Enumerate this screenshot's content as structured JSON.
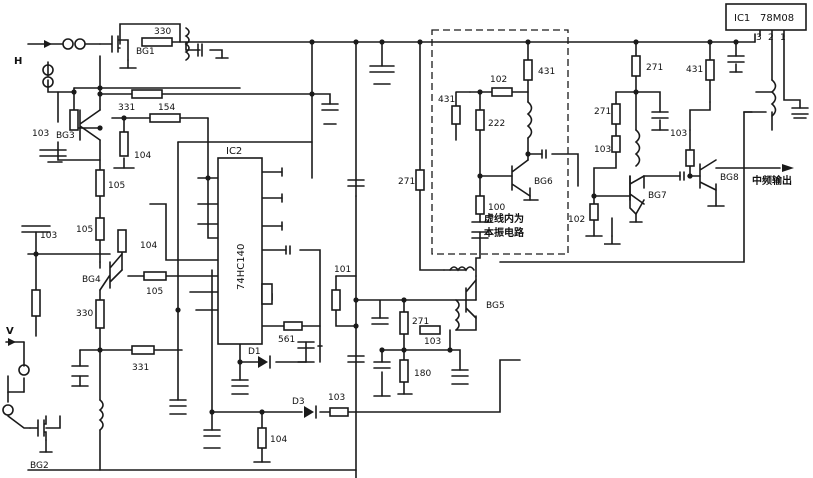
{
  "terminals": {
    "h": "H",
    "v": "V",
    "output": "中频输出"
  },
  "transistors": {
    "bg1": "BG1",
    "bg2": "BG2",
    "bg3": "BG3",
    "bg4": "BG4",
    "bg5": "BG5",
    "bg6": "BG6",
    "bg7": "BG7",
    "bg8": "BG8"
  },
  "ics": {
    "ic1_ref": "IC1",
    "ic1_part": "78M08",
    "ic2_ref": "IC2",
    "ic2_part": "74HC140"
  },
  "ic1_pins": [
    "3",
    "2",
    "1"
  ],
  "diodes": {
    "d1": "D1",
    "d3": "D3"
  },
  "box_label": [
    "虚线内为",
    "本振电路"
  ],
  "resistors": {
    "r330_top": "330",
    "r331_top": "331",
    "r103_left": "103",
    "r154": "154",
    "r104_a": "104",
    "r105_a": "105",
    "r105_b": "105",
    "r104_b": "104",
    "r105_c": "105",
    "r330_b": "330",
    "r331_b": "331",
    "r561": "561",
    "r104_bottom": "104",
    "r103_d3": "103",
    "r271_mid": "271",
    "r101": "101",
    "r271_bg5": "271",
    "r103_bg5": "103",
    "r180": "180",
    "r102_osc": "102",
    "r431_osc_l": "431",
    "r222": "222",
    "r431_osc": "431",
    "r100": "100",
    "r271_bg7": "271",
    "r271_bg7b": "271",
    "r103_bg7": "103",
    "r102_bg7": "102",
    "r431_bg8": "431",
    "r103_bg8": "103"
  },
  "capacitors": {
    "c103_left": "103"
  }
}
